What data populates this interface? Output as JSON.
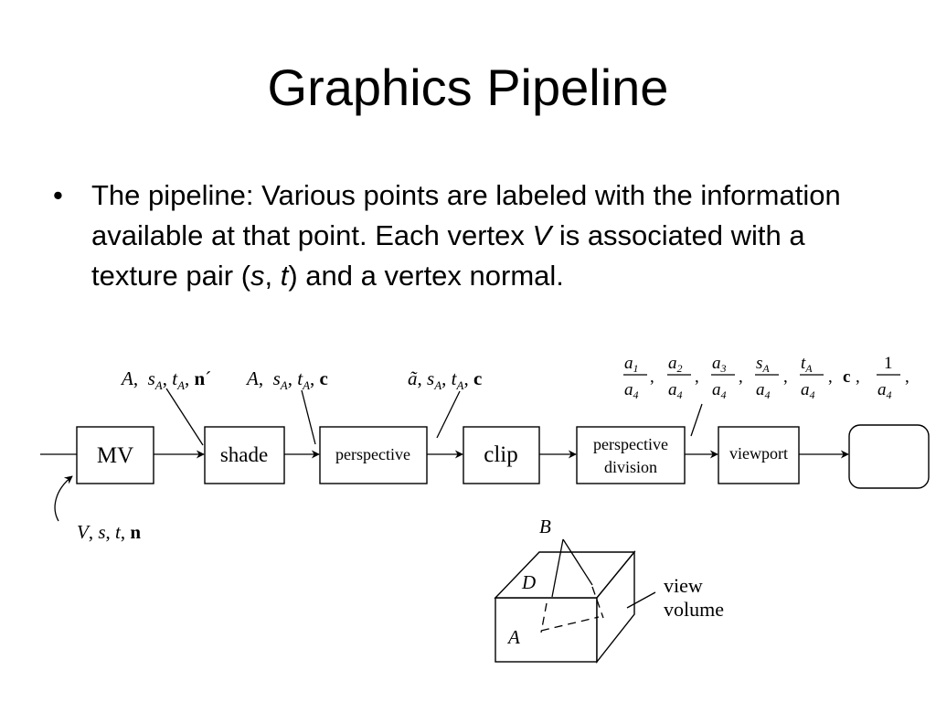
{
  "slide": {
    "title": "Graphics Pipeline",
    "bullet": {
      "marker": "•",
      "part1": "The pipeline: Various points are labeled with the information available at that point. Each vertex ",
      "var_v": "V",
      "part2": " is associated with a texture pair (",
      "var_s": "s",
      "comma": ", ",
      "var_t": "t",
      "part3": ") and a vertex normal."
    }
  },
  "diagram": {
    "stages": {
      "mv": "MV",
      "shade": "shade",
      "perspective": "perspective",
      "clip": "clip",
      "perspective_division_line1": "perspective",
      "perspective_division_line2": "division",
      "viewport": "viewport"
    },
    "input_label": {
      "v": "V",
      "s": "s",
      "t": "t",
      "n": "n"
    },
    "labels": {
      "after_mv": "A, s_A, t_A, n′",
      "after_shade": "A, s_A, t_A, c",
      "after_perspective": "ã, s_A, t_A, c",
      "after_division": "a1/a4, a2/a4, a3/a4, sA/a4, tA/a4, c, 1/a4"
    },
    "volume": {
      "label_b": "B",
      "label_d": "D",
      "label_a": "A",
      "caption_line1": "view",
      "caption_line2": "volume"
    }
  }
}
